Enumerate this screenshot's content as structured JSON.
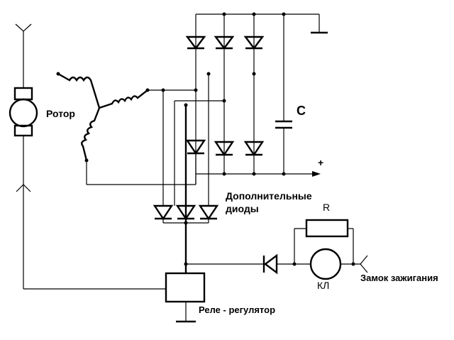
{
  "diagram": {
    "labels": {
      "rotor": "Ротор",
      "capacitor": "C",
      "plus": "+",
      "extra_diodes_line1": "Дополнительные",
      "extra_diodes_line2": "диоды",
      "resistor": "R",
      "lamp": "КЛ",
      "ignition": "Замок зажигания",
      "regulator": "Реле - регулятор"
    }
  }
}
